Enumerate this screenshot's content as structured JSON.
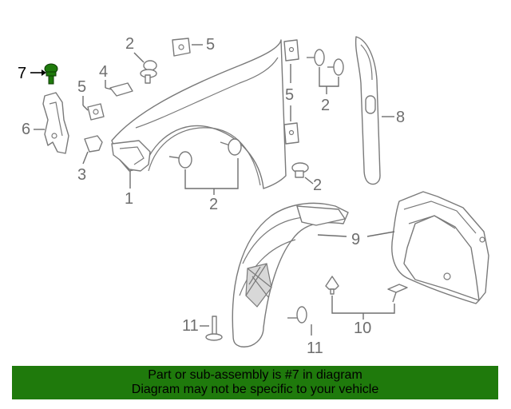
{
  "callouts": {
    "c7": "7",
    "c6": "6",
    "c5a": "5",
    "c3": "3",
    "c4": "4",
    "c2a": "2",
    "c5b": "5",
    "c1": "1",
    "c2b": "2",
    "c5c": "5",
    "c2c": "2",
    "c2d": "2",
    "c8": "8",
    "c9": "9",
    "c11a": "11",
    "c11b": "11",
    "c10": "10"
  },
  "banner": {
    "line1": "Part or sub-assembly is #7 in diagram",
    "line2": "Diagram may not be specific to your vehicle"
  },
  "colors": {
    "banner_bg": "#1f7a0c",
    "highlight_part": "#1f7a0c"
  }
}
